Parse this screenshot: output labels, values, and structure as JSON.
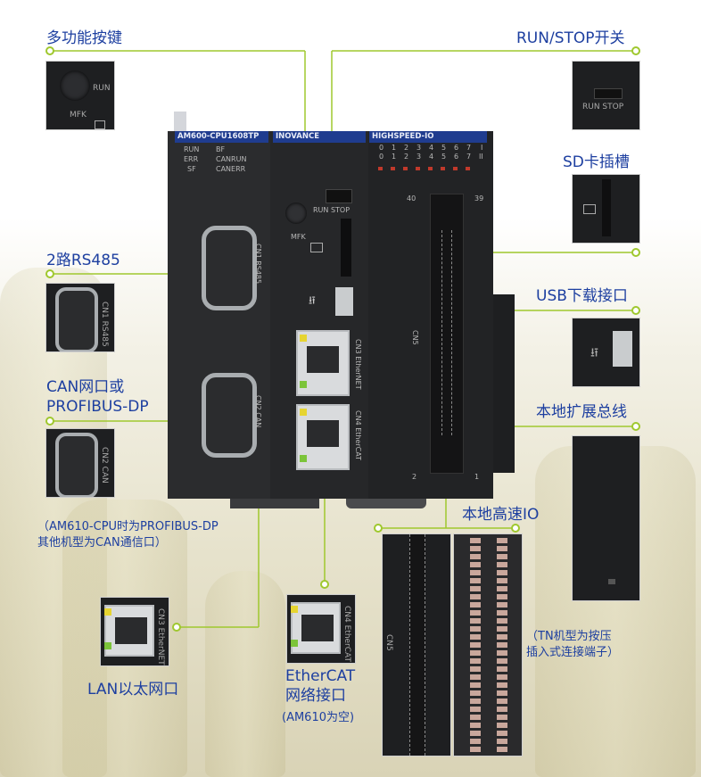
{
  "labels": {
    "multifunction_key": "多功能按键",
    "run_stop_switch": "RUN/STOP开关",
    "sd_slot": "SD卡插槽",
    "rs485": "2路RS485",
    "usb_port": "USB下载接口",
    "can_port_line1": "CAN网口或",
    "can_port_line2": "PROFIBUS-DP",
    "local_bus": "本地扩展总线",
    "highspeed_io": "本地高速IO",
    "lan_port": "LAN以太网口",
    "ethercat_line1": "EtherCAT",
    "ethercat_line2": "网络接口"
  },
  "notes": {
    "am610_line1": "（AM610-CPU时为PROFIBUS-DP",
    "am610_line2": "其他机型为CAN通信口）",
    "ethercat_empty": "(AM610为空)",
    "tn_line1": "（TN机型为按压",
    "tn_line2": "插入式连接端子）"
  },
  "device": {
    "model": "AM600-CPU1608TP",
    "brand": "INOVANCE",
    "io_header": "HIGHSPEED-IO",
    "leds_left": [
      "RUN",
      "ERR",
      "SF"
    ],
    "leds_right": [
      "BF",
      "CANRUN",
      "CANERR"
    ],
    "io_row1": [
      "0",
      "1",
      "2",
      "3",
      "4",
      "5",
      "6",
      "7",
      "I"
    ],
    "io_row2": [
      "0",
      "1",
      "2",
      "3",
      "4",
      "5",
      "6",
      "7",
      "II"
    ],
    "run_stop": "RUN STOP",
    "mfk": "MFK",
    "cn1": "CN1 RS485",
    "cn2": "CN2 CAN",
    "cn3": "CN3 EtherNET",
    "cn4": "CN4 EtherCAT",
    "cn5": "CN5",
    "pin_40": "40",
    "pin_39": "39",
    "pin_2": "2",
    "pin_1": "1"
  },
  "thumbs": {
    "mfk_run": "RUN",
    "mfk": "MFK",
    "run_stop": "RUN STOP",
    "cn2_can": "CN2 CAN",
    "cn1_rs485": "CN1 RS485",
    "cn3_ethernet": "CN3 EtherNET",
    "cn4_ethercat": "CN4 EtherCAT",
    "cn5": "CN5"
  },
  "colors": {
    "label_blue": "#1d3fa0",
    "leader_green": "#9fc82e",
    "header_blue": "#1f3c8f",
    "plc_body": "#2b2c2e"
  }
}
